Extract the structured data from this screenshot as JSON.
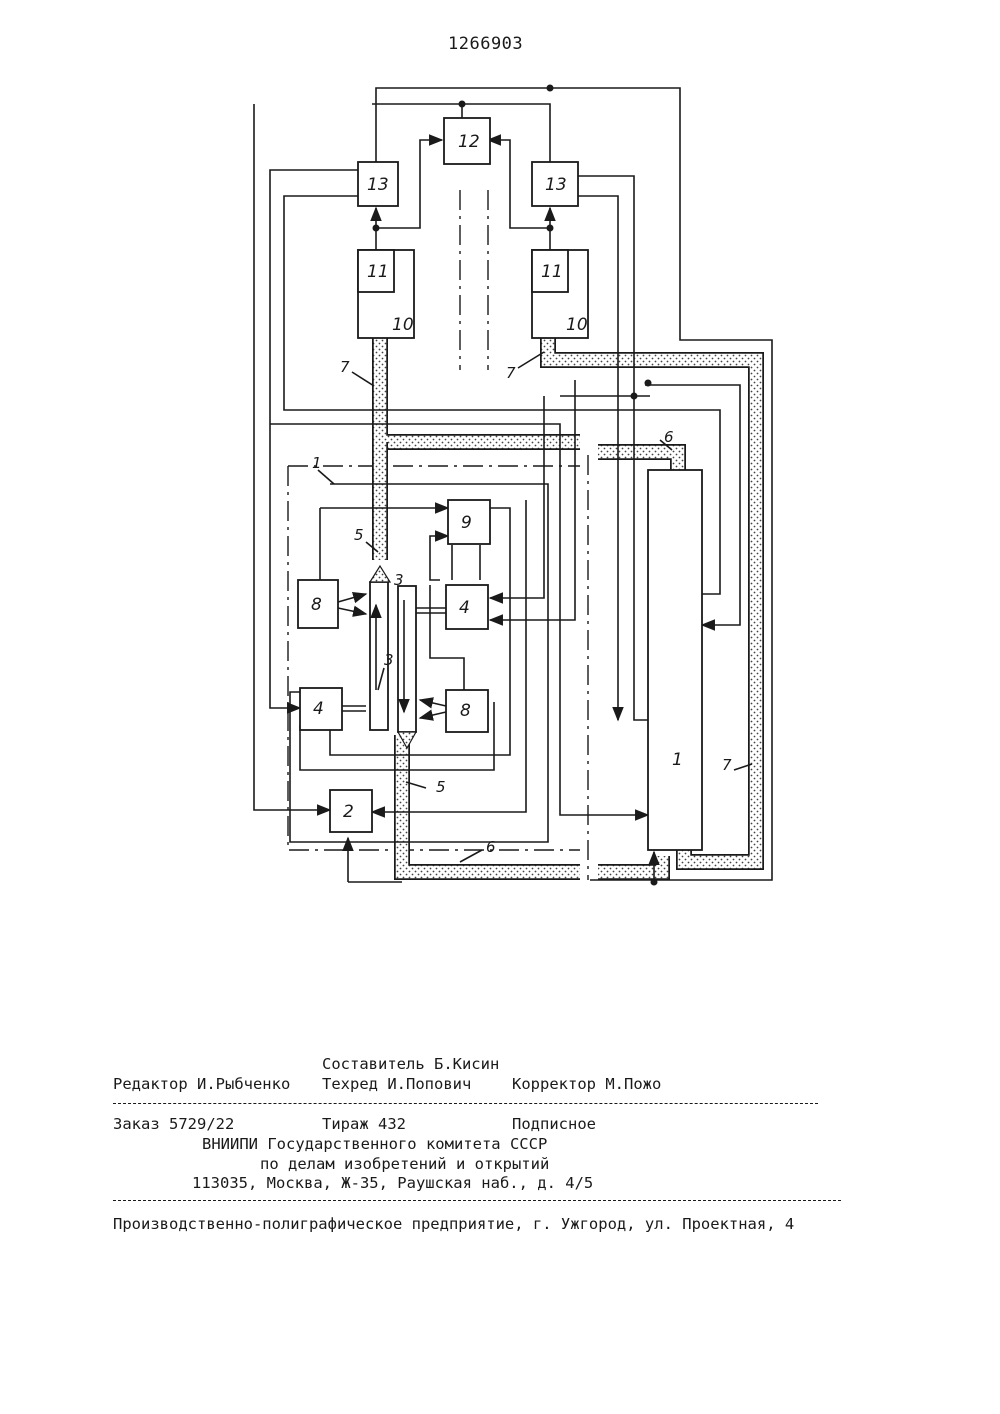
{
  "patent_number": "1266903",
  "diagram": {
    "block_labels": {
      "b1": "1",
      "b2": "2",
      "b3": "3",
      "b4": "4",
      "b8": "8",
      "b9": "9",
      "b10": "10",
      "b11": "11",
      "b12": "12",
      "b13": "13"
    },
    "line_labels": {
      "l1": "1",
      "l3": "3",
      "l5": "5",
      "l6": "6",
      "l7": "7"
    }
  },
  "imprint": {
    "compiler": "Составитель Б.Кисин",
    "editor": "Редактор И.Рыбченко",
    "tech_editor": "Техред И.Попович",
    "proofreader": "Корректор М.Пожо",
    "order": "Заказ 5729/22",
    "print_run": "Тираж 432",
    "subscription": "Подписное",
    "institute": "ВНИИПИ Государственного комитета СССР",
    "committee": "по делам изобретений и открытий",
    "address": "113035, Москва, Ж-35, Раушская наб., д. 4/5",
    "printer": "Производственно-полиграфическое предприятие, г. Ужгород, ул. Проектная, 4"
  },
  "colors": {
    "ink": "#1a1a1a",
    "pipe_fill": "#d4d4d4",
    "paper": "#ffffff"
  },
  "icons": {
    "flow_arrow": "filled-arrowhead"
  }
}
